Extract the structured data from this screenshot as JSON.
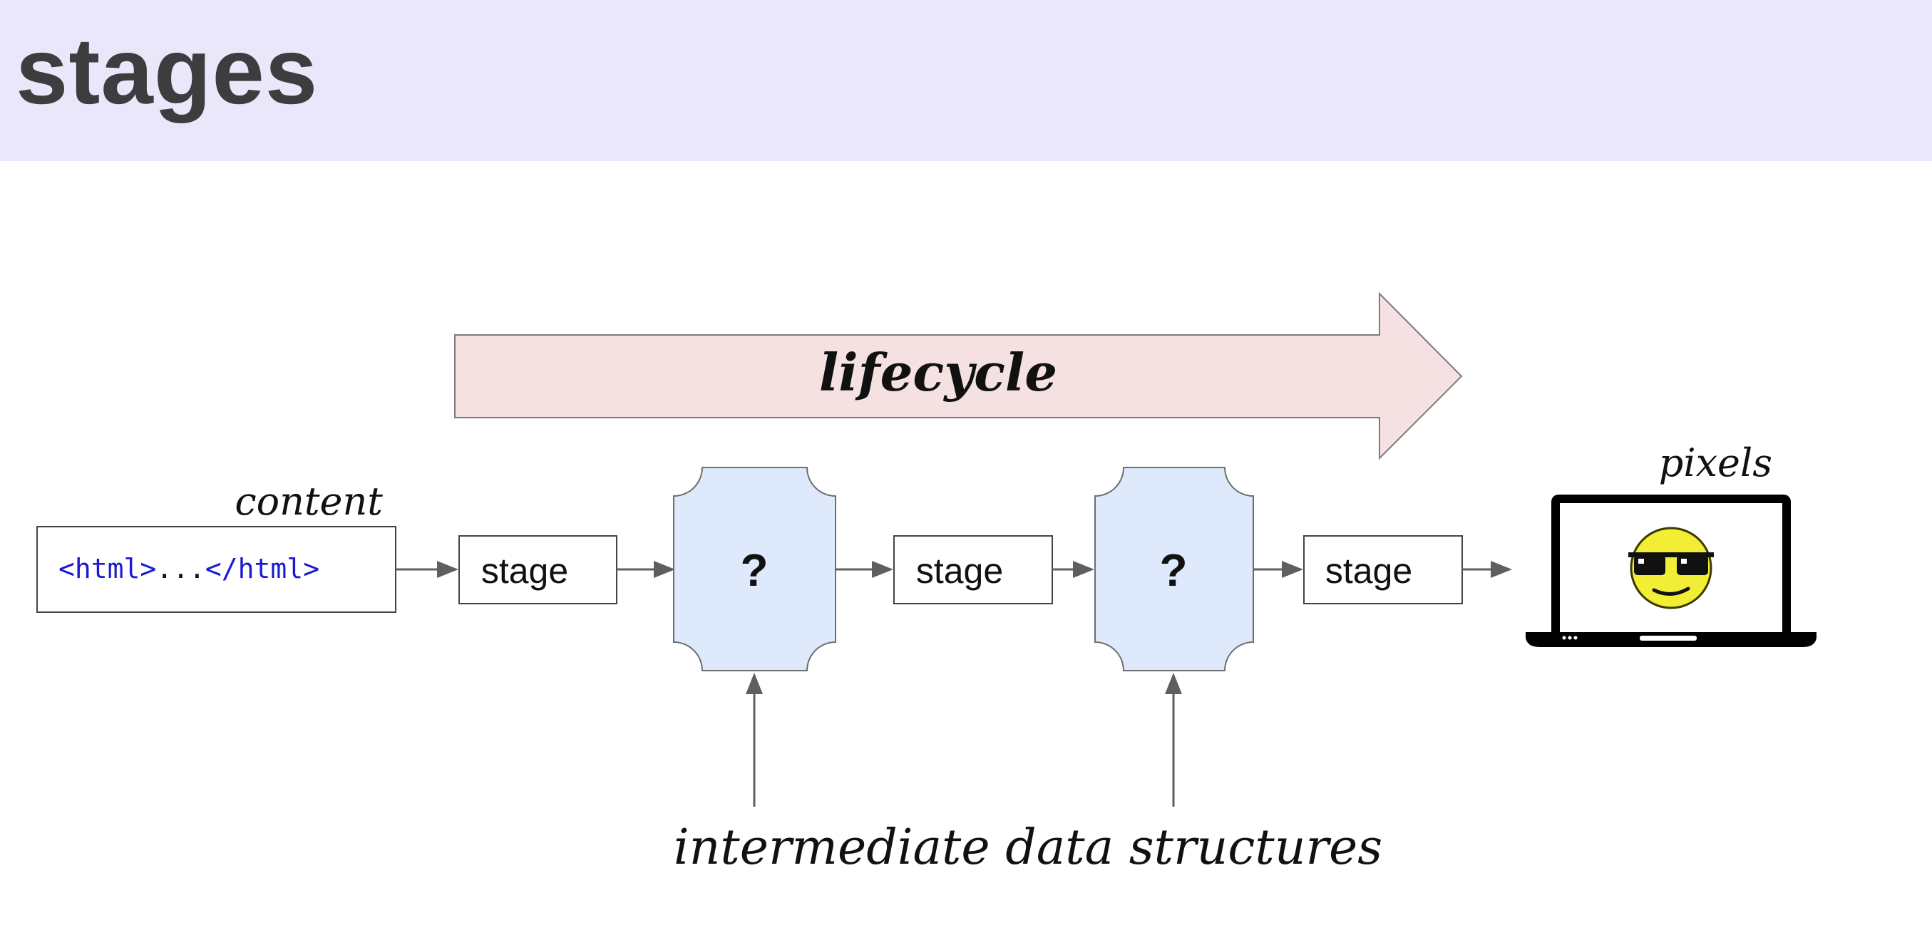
{
  "header": {
    "title": "stages"
  },
  "diagram": {
    "lifecycle_label": "lifecycle",
    "content_label": "content",
    "content_code": {
      "open_tag": "<html>",
      "ellipsis": "...",
      "close_tag": "</html>"
    },
    "stages": [
      {
        "label": "stage"
      },
      {
        "label": "stage"
      },
      {
        "label": "stage"
      }
    ],
    "intermediates": [
      {
        "label": "?"
      },
      {
        "label": "?"
      }
    ],
    "pixels_label": "pixels",
    "bottom_label": "intermediate data structures"
  },
  "colors": {
    "header_band": "#ebe7fa",
    "lifecycle_fill": "#f5e1e1",
    "intermediate_fill": "#deeafc",
    "code_blue": "#1a1ad6",
    "arrow_gray": "#5f5f5f",
    "smiley_yellow": "#f2ee35"
  },
  "icons": {
    "display": "laptop-icon",
    "face": "smiley-sunglasses-icon"
  }
}
